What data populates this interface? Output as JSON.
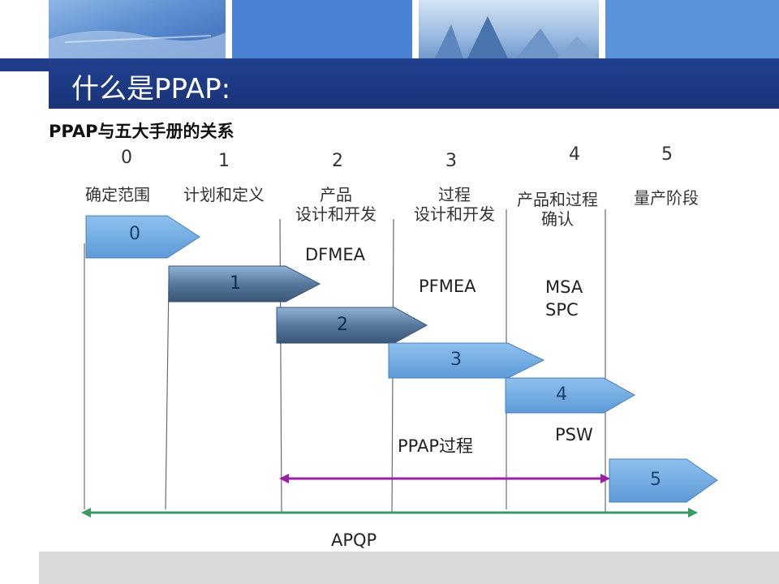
{
  "header": {
    "title": "什么是PPAP:",
    "subtitle": "PPAP与五大手册的关系"
  },
  "phases": [
    {
      "number": "0",
      "label_lines": [
        "确定范围"
      ]
    },
    {
      "number": "1",
      "label_lines": [
        "计划和定义"
      ]
    },
    {
      "number": "2",
      "label_lines": [
        "产品",
        "设计和开发"
      ]
    },
    {
      "number": "3",
      "label_lines": [
        "过程",
        "设计和开发"
      ]
    },
    {
      "number": "4",
      "label_lines": [
        "产品和过程",
        "确认"
      ]
    },
    {
      "number": "5",
      "label_lines": [
        "量产阶段"
      ]
    }
  ],
  "arrows": [
    "0",
    "1",
    "2",
    "3",
    "4",
    "5"
  ],
  "tools": {
    "dfmea": "DFMEA",
    "pfmea": "PFMEA",
    "msa": "MSA",
    "spc": "SPC",
    "psw": "PSW"
  },
  "spans": {
    "ppap": "PPAP过程",
    "apqp": "APQP"
  },
  "colors": {
    "title_bar": "#1f3c88",
    "arrow_light": "#6fa8e0",
    "arrow_steel": "#4d7196",
    "ppap_line": "#9b1fa6",
    "apqp_line": "#3a9a6a"
  }
}
